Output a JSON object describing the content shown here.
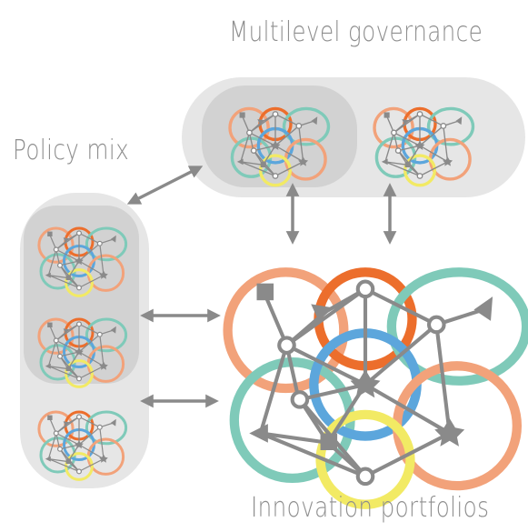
{
  "labels": {
    "multilevel_governance": "Multilevel governance",
    "policy_mix": "Policy mix",
    "innovation_portfolios": "Innovation portfolios"
  },
  "colors": {
    "background": "#ffffff",
    "panel": "#e6e6e6",
    "panel_inner": "#d2d2d2",
    "text": "#8e8e8e",
    "network_line": "#8a8a8a",
    "ring_orange": "#f2a27a",
    "ring_dark_orange": "#ec6e2c",
    "ring_teal": "#7fcab9",
    "ring_blue": "#5ca6dc",
    "ring_yellow": "#f2ea64"
  },
  "structure": {
    "panels": [
      "multilevel-governance-panel",
      "policy-mix-panel"
    ],
    "multilevel_governance_networks": 2,
    "policy_mix_networks": 3,
    "connections": [
      "policy-mix <-> multilevel-governance",
      "policy-mix network 1 <-> innovation portfolio",
      "policy-mix network 2 <-> innovation portfolio",
      "multilevel-governance network 1 <-> innovation portfolio",
      "multilevel-governance network 2 <-> innovation portfolio"
    ]
  }
}
